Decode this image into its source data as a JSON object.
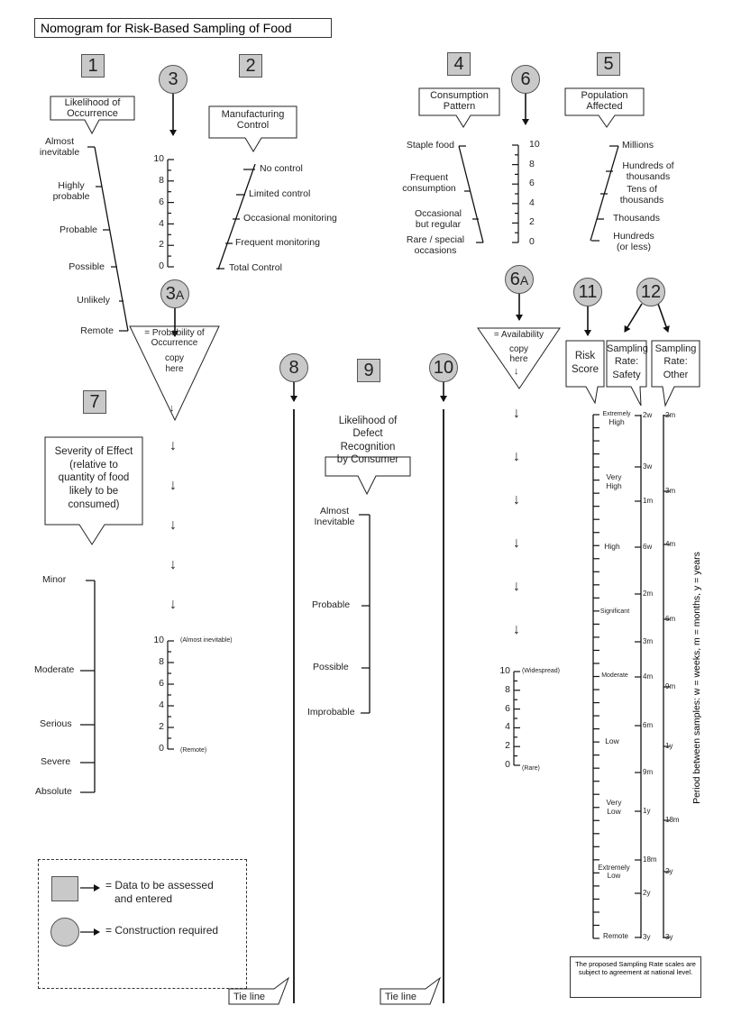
{
  "title": "Nomogram for Risk-Based Sampling of Food",
  "badges": {
    "b1": "1",
    "b2": "2",
    "b3": "3",
    "b3a_num": "3",
    "b3a_sub": "A",
    "b4": "4",
    "b5": "5",
    "b6": "6",
    "b6a_num": "6",
    "b6a_sub": "A",
    "b7": "7",
    "b8": "8",
    "b9": "9",
    "b10": "10",
    "b11": "11",
    "b12": "12"
  },
  "callouts": {
    "likelihood_occurrence": [
      "Likelihood of",
      "Occurrence"
    ],
    "manufacturing_control": [
      "Manufacturing",
      "Control"
    ],
    "consumption_pattern": [
      "Consumption",
      "Pattern"
    ],
    "population_affected": [
      "Population",
      "Affected"
    ],
    "severity": [
      "Severity of Effect",
      "(relative to",
      "quantity of food",
      "likely to be",
      "consumed)"
    ],
    "defect_recognition": [
      "Likelihood of",
      "Defect",
      "Recognition",
      "by Consumer"
    ],
    "probability_triangle": [
      "= Probability of",
      "Occurrence",
      "copy",
      "here"
    ],
    "availability_triangle": [
      "= Availability",
      "copy",
      "here"
    ],
    "risk_score": [
      "Risk",
      "Score"
    ],
    "sampling_safety": [
      "Sampling",
      "Rate:",
      "Safety"
    ],
    "sampling_other": [
      "Sampling",
      "Rate:",
      "Other"
    ]
  },
  "scale1": [
    "Almost",
    "inevitable",
    "Highly",
    "probable",
    "Probable",
    "Possible",
    "Unlikely",
    "Remote"
  ],
  "scale2": [
    "No control",
    "Limited control",
    "Occasional monitoring",
    "Frequent monitoring",
    "Total Control"
  ],
  "scale4": [
    "Staple food",
    "Frequent",
    "consumption",
    "Occasional",
    "but regular",
    "Rare / special",
    "occasions"
  ],
  "scale5": [
    "Millions",
    "Hundreds of",
    "thousands",
    "Tens of",
    "thousands",
    "Thousands",
    "Hundreds",
    "(or less)"
  ],
  "scale7": [
    "Minor",
    "Moderate",
    "Serious",
    "Severe",
    "Absolute"
  ],
  "scale9": [
    "Almost",
    "Inevitable",
    "Probable",
    "Possible",
    "Improbable"
  ],
  "ticks_0_10": [
    "10",
    "8",
    "6",
    "4",
    "2",
    "0"
  ],
  "scale3a_ends": [
    "(Almost inevitable)",
    "(Remote)"
  ],
  "scale6a_ends": [
    "(Widespread)",
    "(Rare)"
  ],
  "risk_scale": [
    "Extremely",
    "High",
    "Very",
    "High",
    "High",
    "Significant",
    "Moderate",
    "Low",
    "Very",
    "Low",
    "Extremely",
    "Low",
    "Remote"
  ],
  "safety_scale": [
    "2w",
    "3w",
    "1m",
    "6w",
    "2m",
    "3m",
    "4m",
    "6m",
    "9m",
    "1y",
    "18m",
    "2y",
    "3y"
  ],
  "other_scale": [
    "2m",
    "3m",
    "4m",
    "6m",
    "9m",
    "1y",
    "18m",
    "2y",
    "3y"
  ],
  "period_label": "Period between samples:  w = weeks, m = months, y = years",
  "tie_line": "Tie line",
  "legend": {
    "data_line1": "= Data to be assessed",
    "data_line2": "and entered",
    "construction": "= Construction required"
  },
  "note": "The proposed Sampling Rate scales are subject to agreement at national level."
}
